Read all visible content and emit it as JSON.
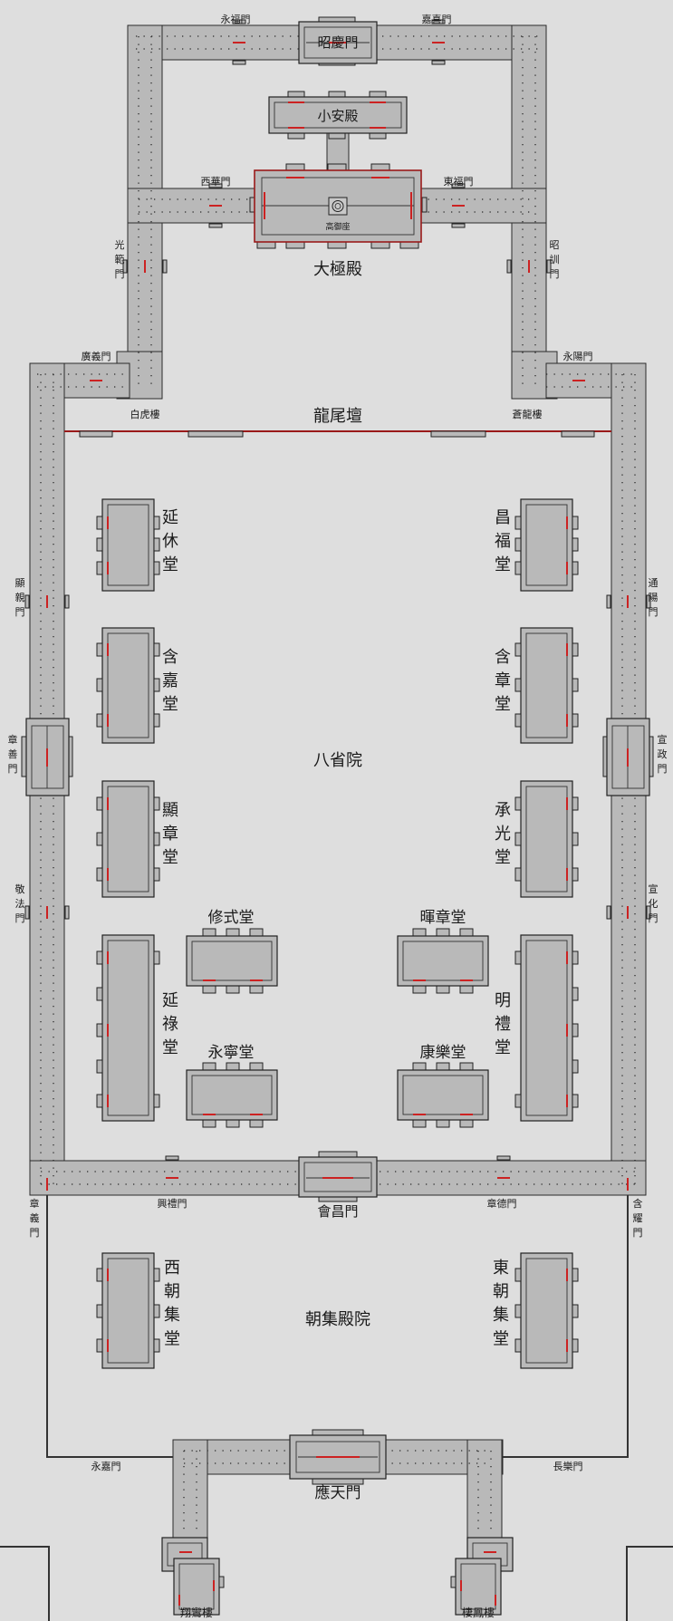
{
  "labels": {
    "yongfu_gate": "永福門",
    "jiaxi_gate": "嘉喜門",
    "zhaoqing_gate": "昭慶門",
    "xiaoan_hall": "小安殿",
    "xihua_gate": "西華門",
    "dongfu_gate": "東福門",
    "gaoyu_pavilion": "高御座",
    "taiji_hall": "大極殿",
    "guangfan_gate": "光範門",
    "zhaoxun_gate": "昭訓門",
    "guangyi_gate": "廣義門",
    "yongyang_gate": "永陽門",
    "baihu_tower": "白虎樓",
    "longwei_platform": "龍尾壇",
    "canglong_tower": "蒼龍樓",
    "yanxiu_hall": "延休堂",
    "changfu_hall": "昌福堂",
    "xianqin_gate": "顯親門",
    "tongyang_gate": "通陽門",
    "hanjia_hall": "含嘉堂",
    "hanzhang_hall": "含章堂",
    "zhangyin_gate": "章善門",
    "bashengyuan": "八省院",
    "xuanzheng_gate": "宣政門",
    "xianzhang_hall": "顯章堂",
    "chengguang_hall": "承光堂",
    "jingfa_gate": "敬法門",
    "xianhua_gate": "宣化門",
    "xiushi_hall": "修式堂",
    "huizhang_hall": "暉章堂",
    "yanlu_hall": "延祿堂",
    "mingli_hall": "明禮堂",
    "yongning_hall": "永寧堂",
    "kangle_hall": "康樂堂",
    "xingli_gate": "興禮門",
    "huichang_gate": "會昌門",
    "zhangde_gate": "章德門",
    "zhangyi_gate": "章義門",
    "hanyao_gate": "含耀門",
    "xi_chaoji_hall": "西朝集堂",
    "chaoji_court": "朝集殿院",
    "dong_chaoji_hall": "東朝集堂",
    "yongjia_gate": "永嘉門",
    "changle_gate": "長樂門",
    "yingtian_gate": "應天門",
    "xiangluan_tower": "翔鸞樓",
    "qifeng_tower": "棲鳳樓"
  },
  "colors": {
    "background": "#dedede",
    "building": "#b9b9b9",
    "outline": "#222222",
    "accent": "#cc2222"
  }
}
